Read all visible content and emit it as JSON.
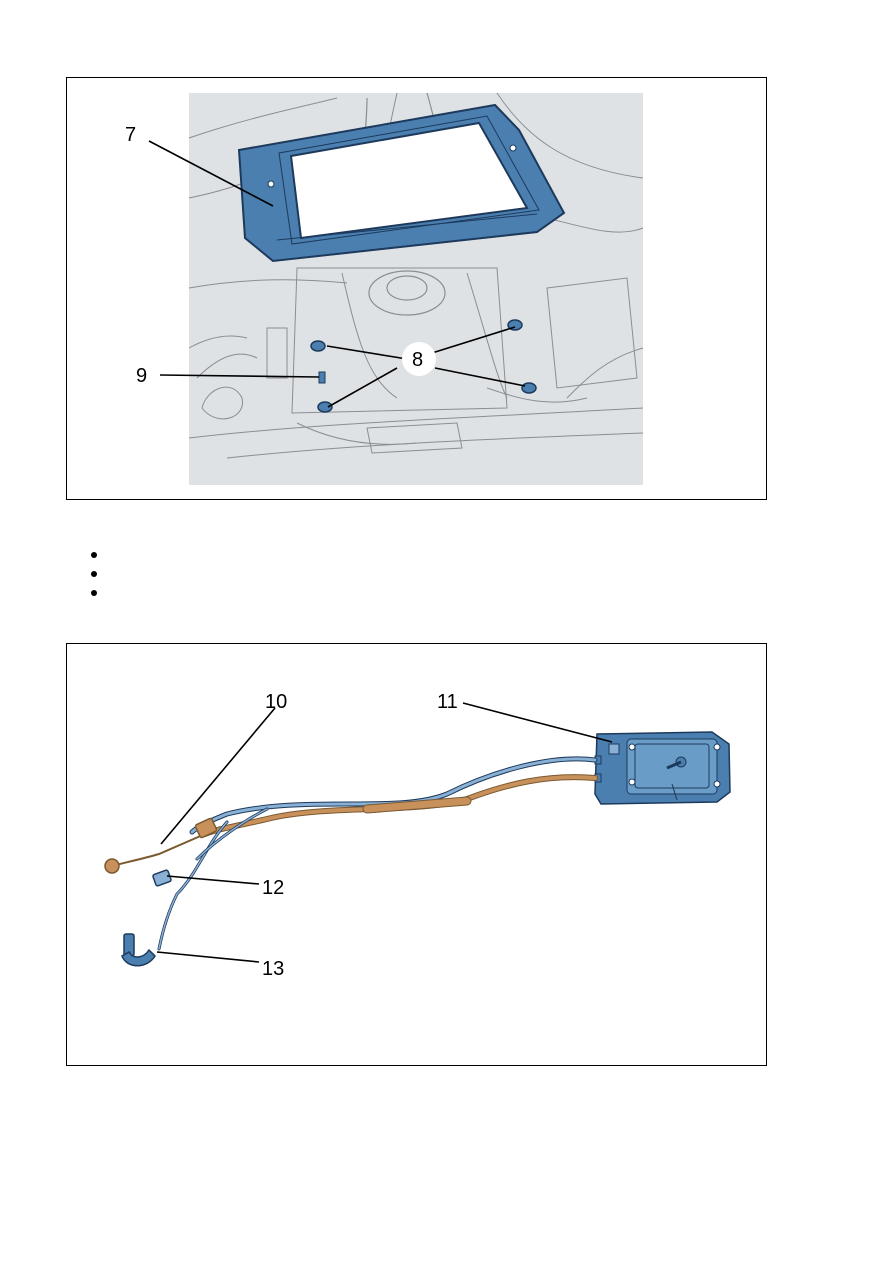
{
  "figure1": {
    "callouts": {
      "c7": "7",
      "c8": "8",
      "c9": "9"
    }
  },
  "bullets": [
    "",
    "",
    ""
  ],
  "figure2": {
    "callouts": {
      "c10": "10",
      "c11": "11",
      "c12": "12",
      "c13": "13"
    }
  },
  "colors": {
    "part_blue": "#4a7fb0",
    "part_blue_dark": "#1d3a5c",
    "cable_orange": "#c8905a",
    "scene_gray": "#dfe2e4",
    "line_gray": "#8a8e92"
  }
}
